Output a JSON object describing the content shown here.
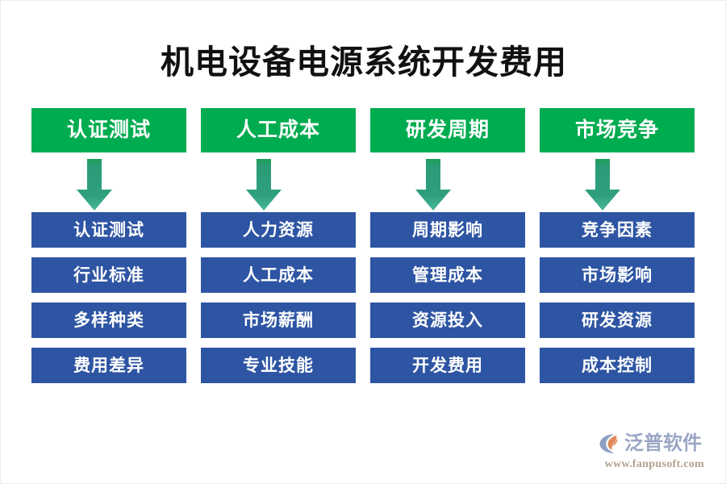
{
  "page": {
    "title": "机电设备电源系统开发费用",
    "background_color": "#FFFFFF"
  },
  "colors": {
    "header_green": "#00AC50",
    "item_blue": "#2E55A3",
    "arrow_teal": "#2E9E7E",
    "title_text": "#111111",
    "box_text": "#FFFFFF",
    "logo_text": "#9AA6C4",
    "logo_url": "#B4A08C",
    "logo_mark_orange": "#E08A5A",
    "logo_mark_blue": "#8FA0C4"
  },
  "columns": [
    {
      "header": "认证测试",
      "arrow_icon": "arrow-down-icon",
      "items": [
        "认证测试",
        "行业标准",
        "多样种类",
        "费用差异"
      ]
    },
    {
      "header": "人工成本",
      "arrow_icon": "arrow-down-icon",
      "items": [
        "人力资源",
        "人工成本",
        "市场薪酬",
        "专业技能"
      ]
    },
    {
      "header": "研发周期",
      "arrow_icon": "arrow-down-icon",
      "items": [
        "周期影响",
        "管理成本",
        "资源投入",
        "开发费用"
      ]
    },
    {
      "header": "市场竞争",
      "arrow_icon": "arrow-down-icon",
      "items": [
        "竞争因素",
        "市场影响",
        "研发资源",
        "成本控制"
      ]
    }
  ],
  "logo": {
    "brand": "泛普软件",
    "url": "www.fanpusoft.com",
    "mark_icon": "fanpu-swoosh-logo-icon"
  }
}
